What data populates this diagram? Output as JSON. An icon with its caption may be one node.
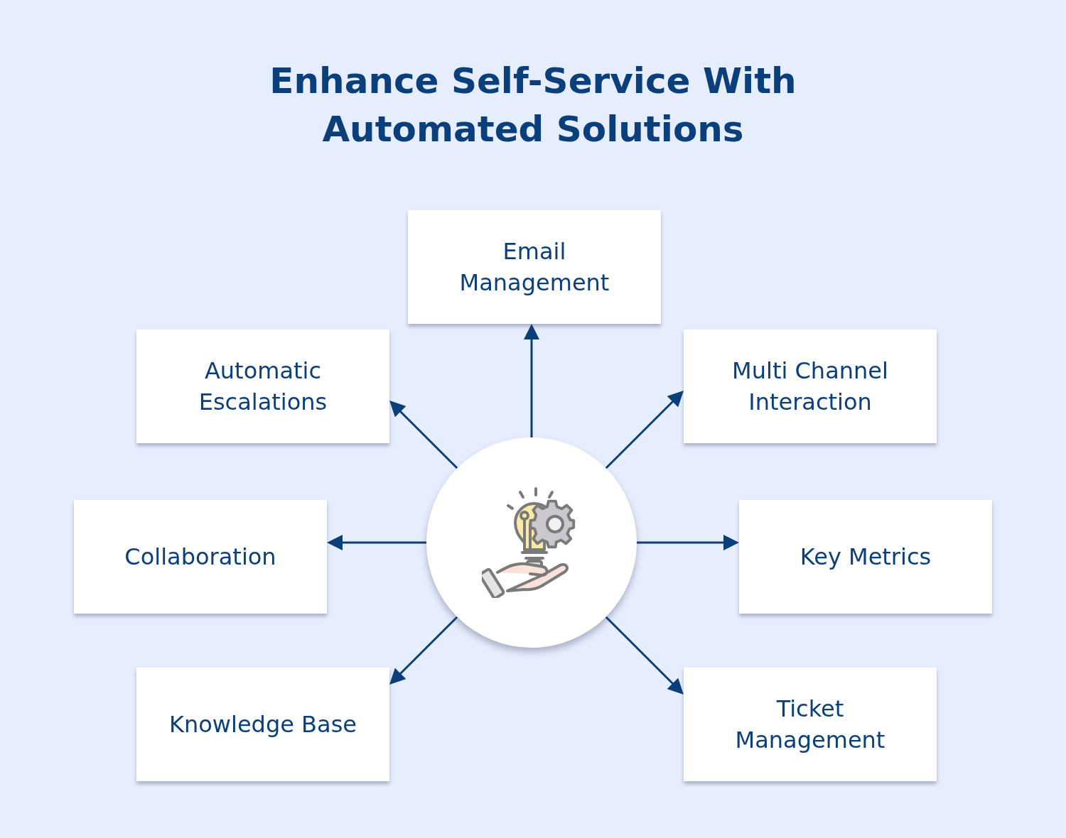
{
  "diagram": {
    "title": "Enhance Self-Service With Automated Solutions",
    "nodes": [
      {
        "text": [
          "Email Management"
        ]
      },
      {
        "text": [
          "Automatic Escalations"
        ]
      },
      {
        "text": [
          "Multi Channel Interaction"
        ]
      },
      {
        "text": [
          "Collaboration"
        ]
      },
      {
        "text": [],
        "shape": "circle"
      },
      {
        "text": [
          "Key Metrics"
        ]
      },
      {
        "text": [
          "Knowledge Base"
        ]
      },
      {
        "text": [
          "Ticket Management"
        ]
      }
    ],
    "edges": [
      {
        "from": 4,
        "to": 0,
        "arrow": "to"
      },
      {
        "from": 4,
        "to": 1,
        "arrow": "to"
      },
      {
        "from": 4,
        "to": 2,
        "arrow": "to"
      },
      {
        "from": 4,
        "to": 3,
        "arrow": "to"
      },
      {
        "from": 4,
        "to": 5,
        "arrow": "to"
      },
      {
        "from": 4,
        "to": 6,
        "arrow": "to"
      },
      {
        "from": 4,
        "to": 7,
        "arrow": "to"
      }
    ]
  }
}
